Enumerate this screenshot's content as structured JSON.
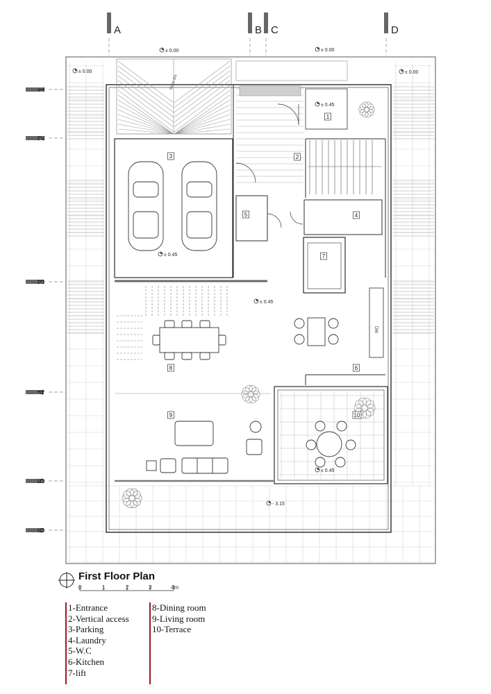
{
  "title": "First Floor Plan",
  "scale_labels": [
    "0",
    "1",
    "2",
    "3",
    "4m"
  ],
  "grid_columns": [
    "A",
    "B",
    "C",
    "D"
  ],
  "grid_rows": [
    "1",
    "2",
    "3",
    "4",
    "5",
    "6"
  ],
  "rooms": [
    {
      "num": "1",
      "name": "Entrance"
    },
    {
      "num": "2",
      "name": "Vertical access"
    },
    {
      "num": "3",
      "name": "Parking"
    },
    {
      "num": "4",
      "name": "Laundry"
    },
    {
      "num": "5",
      "name": "W.C"
    },
    {
      "num": "6",
      "name": "Kitchen"
    },
    {
      "num": "7",
      "name": "lift"
    },
    {
      "num": "8",
      "name": "Dining room"
    },
    {
      "num": "9",
      "name": "Living room"
    },
    {
      "num": "10",
      "name": "Terrace"
    }
  ],
  "legend_left": [
    "1-Entrance",
    "2-Vertical access",
    "3-Parking",
    "4-Laundry",
    "5-W.C",
    "6-Kitchen",
    "7-lift"
  ],
  "legend_right": [
    "8-Dining room",
    "9-Living room",
    "10-Terrace"
  ],
  "levels": {
    "top_left": "± 0.00",
    "top_center": "± 0.00",
    "left": "± 0.00",
    "right": "± 0.00",
    "entrance": "± 0.45",
    "parking": "± 0.45",
    "dining": "± 0.45",
    "terrace": "± 0.45",
    "garden": "- 3.15"
  },
  "ramp_note": "Slope 8%",
  "appliance_label": "DW",
  "colors": {
    "line": "#2b2b2b",
    "grid": "#bdbdbd",
    "wall": "#8a8a8a",
    "accent": "#9b1b1b"
  }
}
